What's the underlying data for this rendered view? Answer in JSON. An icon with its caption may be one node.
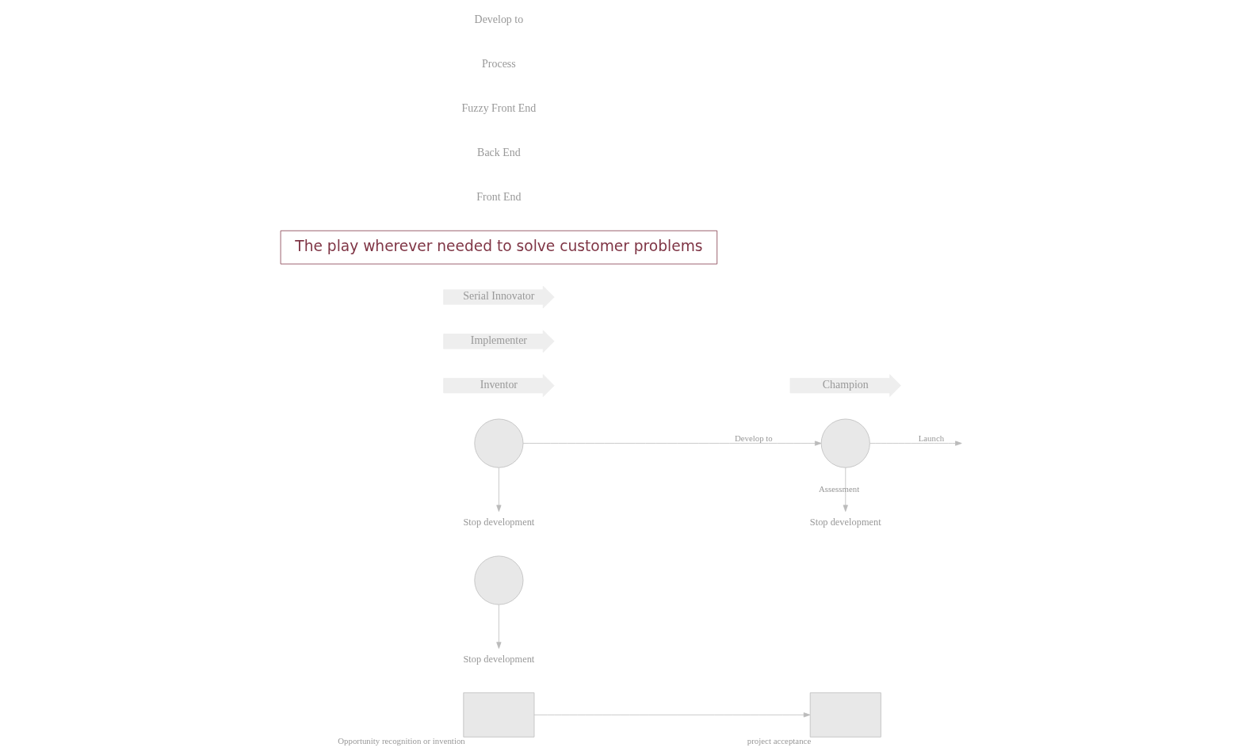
{
  "diagram": {
    "nodes": [
      {
        "text": [],
        "shape": "box",
        "beside": [
          "Opportunity recognition or invention"
        ]
      },
      {
        "text": [],
        "shape": "box",
        "beside": [
          "project acceptance"
        ]
      },
      {
        "text": [],
        "shape": "circle"
      },
      {
        "text": [],
        "shape": "circle"
      },
      {
        "text": [],
        "shape": "circle"
      },
      {
        "text": [
          "Stop development"
        ]
      },
      {
        "text": [
          "Stop development"
        ]
      },
      {
        "text": [
          "Stop development"
        ]
      },
      {
        "text": [
          "Inventor"
        ]
      },
      {
        "text": [
          "Champion"
        ]
      },
      {
        "text": [
          "Implementer"
        ]
      },
      {
        "text": [
          "Serial Innovator"
        ]
      },
      {
        "text": [
          "The play wherever needed to solve customer problems"
        ]
      }
    ],
    "edges": [
      {
        "from": 0,
        "to": 1,
        "arrow": "to"
      },
      {
        "from": 2,
        "to": 5,
        "arrow": "to"
      },
      {
        "from": 3,
        "to": 6,
        "arrow": "to"
      },
      {
        "from": 3,
        "to": 4,
        "arrow": "to",
        "label": "Develop to"
      },
      {
        "from": 4,
        "to": 7,
        "arrow": "to",
        "label": "Assessment"
      },
      {
        "from": 4,
        "to": null,
        "arrow": "to",
        "label": "Launch"
      }
    ],
    "labels": [
      "Front End",
      "Back End",
      "Fuzzy Front End",
      "Process",
      "Develop to"
    ]
  }
}
